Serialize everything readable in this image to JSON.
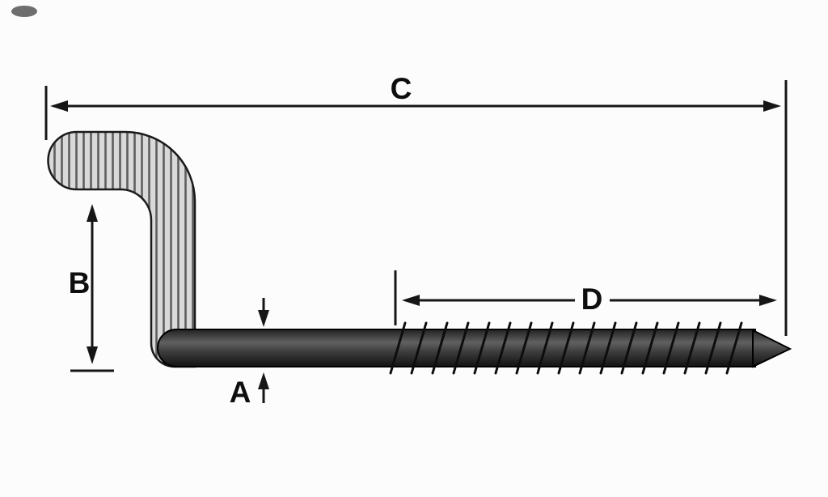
{
  "diagram": {
    "name": "screw-hook-dimension-diagram",
    "labels": {
      "a": "A",
      "b": "B",
      "c": "C",
      "d": "D"
    },
    "colors": {
      "background": "#fcfcfc",
      "line": "#161616",
      "hook_fill": "#d9d9d9",
      "hook_hatch": "#5e5e5e",
      "shank_top": "#222222",
      "shank_mid": "#606060",
      "shank_low": "#3a3a3a",
      "shank_bottom": "#121212"
    }
  }
}
